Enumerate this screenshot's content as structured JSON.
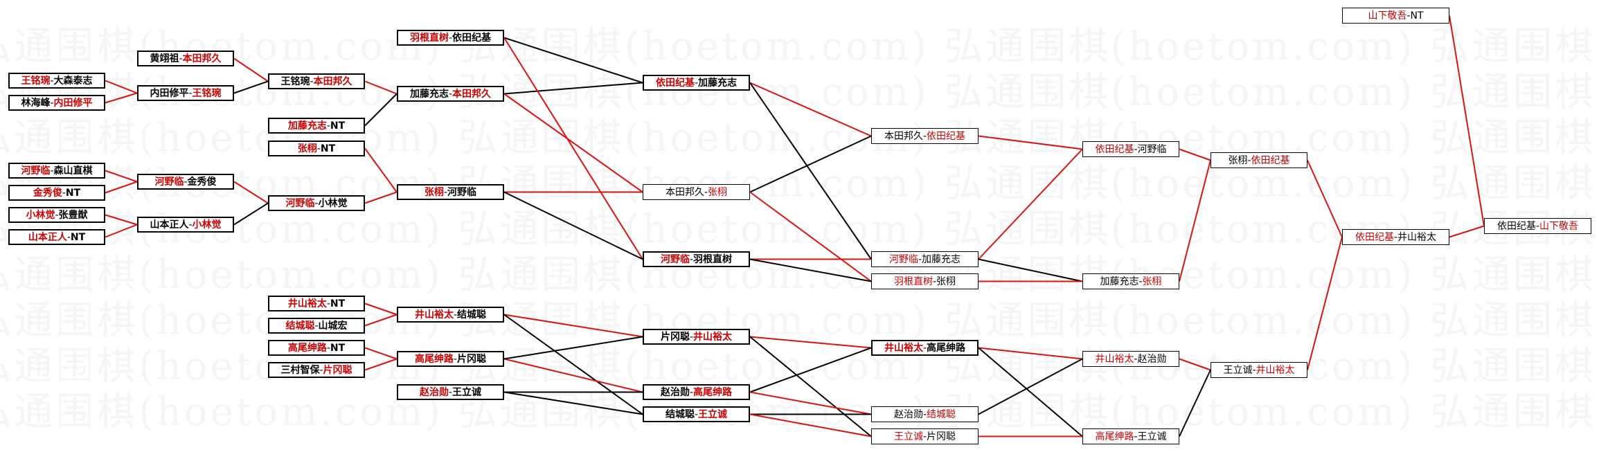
{
  "watermark": {
    "text": "弘通围棋(hoetom.com)",
    "rows": [
      "弘通围棋(hoetom.com) 弘通围棋(hoetom.com) 弘通围棋(hoetom.com) 弘通围棋(hoetom.com)",
      "弘通围棋(hoetom.com) 弘通围棋(hoetom.com) 弘通围棋(hoetom.com) 弘通围棋(hoetom.com)",
      "弘通围棋(hoetom.com) 弘通围棋(hoetom.com) 弘通围棋(hoetom.com) 弘通围棋(hoetom.com)",
      "弘通围棋(hoetom.com) 弘通围棋(hoetom.com) 弘通围棋(hoetom.com) 弘通围棋(hoetom.com)",
      "弘通围棋(hoetom.com) 弘通围棋(hoetom.com) 弘通围棋(hoetom.com) 弘通围棋(hoetom.com)",
      "弘通围棋(hoetom.com) 弘通围棋(hoetom.com) 弘通围棋(hoetom.com) 弘通围棋(hoetom.com)",
      "弘通围棋(hoetom.com) 弘通围棋(hoetom.com) 弘通围棋(hoetom.com) 弘通围棋(hoetom.com)",
      "弘通围棋(hoetom.com) 弘通围棋(hoetom.com) 弘通围棋(hoetom.com) 弘通围棋(hoetom.com)",
      "弘通围棋(hoetom.com) 弘通围棋(hoetom.com) 弘通围棋(hoetom.com) 弘通围棋(hoetom.com)"
    ]
  },
  "colors": {
    "winner": "#cc0000",
    "loser": "#000000",
    "win_line": "#dd1111",
    "loss_line": "#000000"
  },
  "matches": [
    {
      "id": "a1",
      "a": "王铭琬",
      "b": "大森泰志",
      "winner": "a"
    },
    {
      "id": "a2",
      "a": "林海峰",
      "b": "内田修平",
      "winner": "b"
    },
    {
      "id": "a3",
      "a": "黄翊祖",
      "b": "本田邦久",
      "winner": "b"
    },
    {
      "id": "a4",
      "a": "内田修平",
      "b": "王铭琬",
      "winner": "b"
    },
    {
      "id": "a5",
      "a": "王铭琬",
      "b": "本田邦久",
      "winner": "b"
    },
    {
      "id": "a6",
      "a": "加藤充志",
      "b": "NT",
      "winner": "a"
    },
    {
      "id": "a7",
      "a": "羽根直树",
      "b": "依田纪基",
      "winner": "a"
    },
    {
      "id": "a8",
      "a": "加藤充志",
      "b": "本田邦久",
      "winner": "b"
    },
    {
      "id": "a9",
      "a": "依田纪基",
      "b": "加藤充志",
      "winner": "a"
    },
    {
      "id": "b1",
      "a": "河野临",
      "b": "森山直棋",
      "winner": "a"
    },
    {
      "id": "b2",
      "a": "金秀俊",
      "b": "NT",
      "winner": "a"
    },
    {
      "id": "b3",
      "a": "河野临",
      "b": "金秀俊",
      "winner": "a"
    },
    {
      "id": "b4",
      "a": "小林觉",
      "b": "张豊猷",
      "winner": "a"
    },
    {
      "id": "b5",
      "a": "山本正人",
      "b": "NT",
      "winner": "a"
    },
    {
      "id": "b6",
      "a": "山本正人",
      "b": "小林觉",
      "winner": "b"
    },
    {
      "id": "b7",
      "a": "河野临",
      "b": "小林觉",
      "winner": "a"
    },
    {
      "id": "b8",
      "a": "张栩",
      "b": "NT",
      "winner": "a"
    },
    {
      "id": "b9",
      "a": "张栩",
      "b": "河野临",
      "winner": "a"
    },
    {
      "id": "m1",
      "a": "本田邦久",
      "b": "依田纪基",
      "winner": "b"
    },
    {
      "id": "m2",
      "a": "本田邦久",
      "b": "张栩",
      "winner": "b"
    },
    {
      "id": "m3",
      "a": "河野临",
      "b": "羽根直树",
      "winner": "a"
    },
    {
      "id": "m4",
      "a": "河野临",
      "b": "加藤充志",
      "winner": "a"
    },
    {
      "id": "m5",
      "a": "羽根直树",
      "b": "张栩",
      "winner": "a"
    },
    {
      "id": "m6",
      "a": "依田纪基",
      "b": "河野临",
      "winner": "a"
    },
    {
      "id": "m7",
      "a": "加藤充志",
      "b": "张栩",
      "winner": "b"
    },
    {
      "id": "m8",
      "a": "张栩",
      "b": "依田纪基",
      "winner": "b"
    },
    {
      "id": "c1",
      "a": "井山裕太",
      "b": "NT",
      "winner": "a"
    },
    {
      "id": "c2",
      "a": "结城聪",
      "b": "山城宏",
      "winner": "a"
    },
    {
      "id": "c3",
      "a": "井山裕太",
      "b": "结城聪",
      "winner": "a"
    },
    {
      "id": "c4",
      "a": "高尾绅路",
      "b": "NT",
      "winner": "a"
    },
    {
      "id": "c5",
      "a": "三村智保",
      "b": "片冈聪",
      "winner": "b"
    },
    {
      "id": "c6",
      "a": "高尾绅路",
      "b": "片冈聪",
      "winner": "a"
    },
    {
      "id": "c7",
      "a": "赵治勋",
      "b": "王立诚",
      "winner": "a"
    },
    {
      "id": "c8",
      "a": "片冈聪",
      "b": "井山裕太",
      "winner": "b"
    },
    {
      "id": "c9",
      "a": "赵治勋",
      "b": "高尾绅路",
      "winner": "b"
    },
    {
      "id": "c10",
      "a": "结城聪",
      "b": "王立诚",
      "winner": "b"
    },
    {
      "id": "d1",
      "a": "井山裕太",
      "b": "高尾绅路",
      "winner": "a"
    },
    {
      "id": "d2",
      "a": "赵治勋",
      "b": "结城聪",
      "winner": "b"
    },
    {
      "id": "d3",
      "a": "王立诚",
      "b": "片冈聪",
      "winner": "a"
    },
    {
      "id": "d4",
      "a": "井山裕太",
      "b": "赵治勋",
      "winner": "a"
    },
    {
      "id": "d5",
      "a": "高尾绅路",
      "b": "王立诚",
      "winner": "a"
    },
    {
      "id": "d6",
      "a": "王立诚",
      "b": "井山裕太",
      "winner": "b"
    },
    {
      "id": "f1",
      "a": "依田纪基",
      "b": "井山裕太",
      "winner": "a"
    },
    {
      "id": "f2",
      "a": "山下敬吾",
      "b": "NT",
      "winner": "a"
    },
    {
      "id": "f3",
      "a": "依田纪基",
      "b": "山下敬吾",
      "winner": "b"
    }
  ],
  "links": [
    [
      "a1",
      "a4",
      "w"
    ],
    [
      "a2",
      "a4",
      "w"
    ],
    [
      "a3",
      "a5",
      "w"
    ],
    [
      "a4",
      "a5",
      "l"
    ],
    [
      "a5",
      "a8",
      "w"
    ],
    [
      "a6",
      "a8",
      "l"
    ],
    [
      "a7",
      "a9",
      "l"
    ],
    [
      "a8",
      "a9",
      "l"
    ],
    [
      "a7",
      "m3",
      "w"
    ],
    [
      "a8",
      "m2",
      "w"
    ],
    [
      "a9",
      "m1",
      "w"
    ],
    [
      "a9",
      "m4",
      "l"
    ],
    [
      "b1",
      "b3",
      "w"
    ],
    [
      "b2",
      "b3",
      "w"
    ],
    [
      "b4",
      "b6",
      "w"
    ],
    [
      "b5",
      "b6",
      "w"
    ],
    [
      "b3",
      "b7",
      "w"
    ],
    [
      "b6",
      "b7",
      "l"
    ],
    [
      "b7",
      "b9",
      "w"
    ],
    [
      "b8",
      "b9",
      "w"
    ],
    [
      "b9",
      "m2",
      "w"
    ],
    [
      "b9",
      "m3",
      "l"
    ],
    [
      "m1",
      "m6",
      "w"
    ],
    [
      "m2",
      "m1",
      "l"
    ],
    [
      "m2",
      "m5",
      "w"
    ],
    [
      "m3",
      "m4",
      "w"
    ],
    [
      "m3",
      "m5",
      "l"
    ],
    [
      "m4",
      "m6",
      "w"
    ],
    [
      "m4",
      "m7",
      "l"
    ],
    [
      "m5",
      "m7",
      "w"
    ],
    [
      "m6",
      "m8",
      "w"
    ],
    [
      "m7",
      "m8",
      "w"
    ],
    [
      "m8",
      "f1",
      "w"
    ],
    [
      "c1",
      "c3",
      "w"
    ],
    [
      "c2",
      "c3",
      "w"
    ],
    [
      "c4",
      "c6",
      "w"
    ],
    [
      "c5",
      "c6",
      "w"
    ],
    [
      "c3",
      "c8",
      "w"
    ],
    [
      "c3",
      "c10",
      "l"
    ],
    [
      "c6",
      "c9",
      "w"
    ],
    [
      "c6",
      "c8",
      "l"
    ],
    [
      "c7",
      "c9",
      "l"
    ],
    [
      "c7",
      "c10",
      "l"
    ],
    [
      "c8",
      "d1",
      "w"
    ],
    [
      "c8",
      "d3",
      "l"
    ],
    [
      "c9",
      "d1",
      "l"
    ],
    [
      "c9",
      "d2",
      "w"
    ],
    [
      "c10",
      "d2",
      "l"
    ],
    [
      "c10",
      "d3",
      "w"
    ],
    [
      "d1",
      "d4",
      "w"
    ],
    [
      "d1",
      "d5",
      "l"
    ],
    [
      "d2",
      "d4",
      "l"
    ],
    [
      "d3",
      "d5",
      "w"
    ],
    [
      "d4",
      "d6",
      "w"
    ],
    [
      "d5",
      "d6",
      "l"
    ],
    [
      "d6",
      "f1",
      "w"
    ],
    [
      "f1",
      "f3",
      "w"
    ],
    [
      "f2",
      "f3",
      "w"
    ]
  ]
}
